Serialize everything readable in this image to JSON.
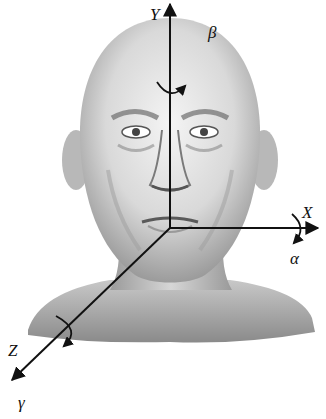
{
  "diagram": {
    "labels": [
      "Y",
      "β",
      "X",
      "α",
      "Z",
      "γ"
    ]
  }
}
